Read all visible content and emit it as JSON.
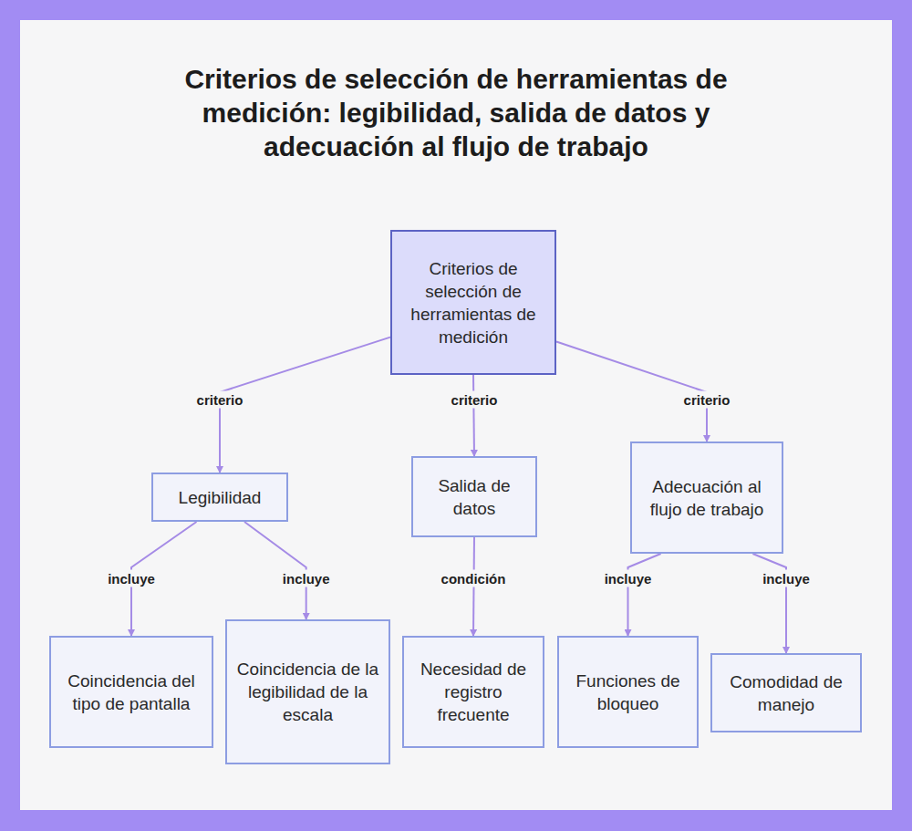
{
  "diagram": {
    "title": "Criterios de selección de herramientas de medición: legibilidad, salida de datos y adecuación al flujo de trabajo",
    "nodes": [
      {
        "text": [
          "Criterios de selección de herramientas de medición"
        ]
      },
      {
        "text": [
          "Legibilidad"
        ]
      },
      {
        "text": [
          "Salida de datos"
        ]
      },
      {
        "text": [
          "Adecuación al flujo de trabajo"
        ]
      },
      {
        "text": [
          "Coincidencia del tipo de pantalla"
        ]
      },
      {
        "text": [
          "Coincidencia de la legibilidad de la escala"
        ]
      },
      {
        "text": [
          "Necesidad de registro frecuente"
        ]
      },
      {
        "text": [
          "Funciones de bloqueo"
        ]
      },
      {
        "text": [
          "Comodidad de manejo"
        ]
      }
    ],
    "edges": [
      {
        "from": 0,
        "to": 1,
        "label": "criterio",
        "arrow": "to"
      },
      {
        "from": 0,
        "to": 2,
        "label": "criterio",
        "arrow": "to"
      },
      {
        "from": 0,
        "to": 3,
        "label": "criterio",
        "arrow": "to"
      },
      {
        "from": 1,
        "to": 4,
        "label": "incluye",
        "arrow": "to"
      },
      {
        "from": 1,
        "to": 5,
        "label": "incluye",
        "arrow": "to"
      },
      {
        "from": 2,
        "to": 6,
        "label": "condición",
        "arrow": "to"
      },
      {
        "from": 3,
        "to": 7,
        "label": "incluye",
        "arrow": "to"
      },
      {
        "from": 3,
        "to": 8,
        "label": "incluye",
        "arrow": "to"
      }
    ]
  }
}
